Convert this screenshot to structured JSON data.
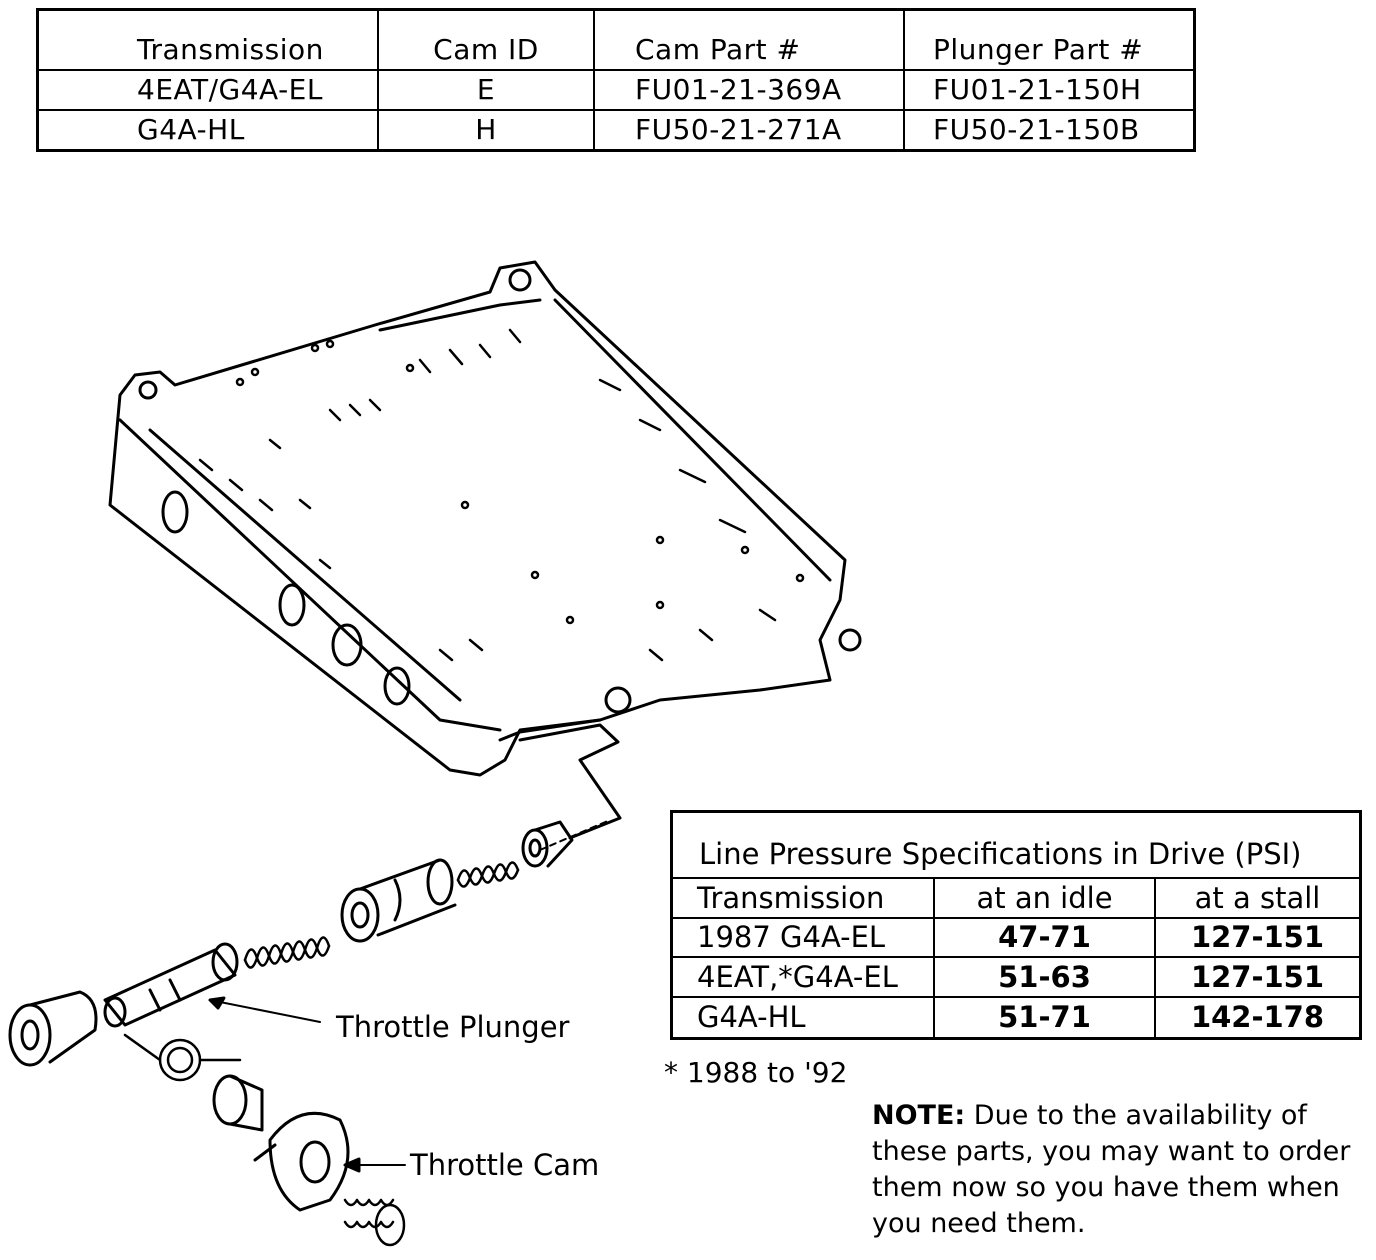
{
  "parts_table": {
    "headers": [
      "Transmission",
      "Cam ID",
      "Cam Part #",
      "Plunger Part #"
    ],
    "rows": [
      [
        "4EAT/G4A-EL",
        "E",
        "FU01-21-369A",
        "FU01-21-150H"
      ],
      [
        "G4A-HL",
        "H",
        "FU50-21-271A",
        "FU50-21-150B"
      ]
    ]
  },
  "pressure_table": {
    "title": "Line Pressure Specifications in Drive (PSI)",
    "headers": [
      "Transmission",
      "at an idle",
      "at a stall"
    ],
    "rows": [
      [
        "1987 G4A-EL",
        "47-71",
        "127-151"
      ],
      [
        "4EAT,*G4A-EL",
        "51-63",
        "127-151"
      ],
      [
        "G4A-HL",
        "51-71",
        "142-178"
      ]
    ]
  },
  "footnote": "* 1988 to '92",
  "note": {
    "label": "NOTE:",
    "text": " Due to the availability of these parts, you may want to order them now so you have them when you need them."
  },
  "diagram": {
    "label_plunger": "Throttle Plunger",
    "label_cam": "Throttle Cam"
  }
}
